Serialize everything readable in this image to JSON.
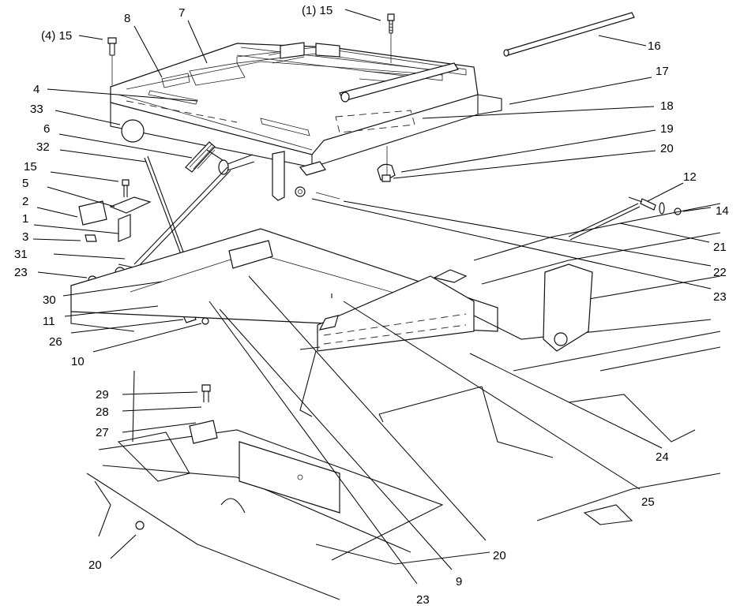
{
  "diagram": {
    "callouts": [
      {
        "id": "c-15a",
        "text": "(1) 15"
      },
      {
        "id": "c-16",
        "text": "16"
      },
      {
        "id": "c-15b",
        "text": "(4) 15"
      },
      {
        "id": "c-8",
        "text": "8"
      },
      {
        "id": "c-7",
        "text": "7"
      },
      {
        "id": "c-17",
        "text": "17"
      },
      {
        "id": "c-4",
        "text": "4"
      },
      {
        "id": "c-18",
        "text": "18"
      },
      {
        "id": "c-33",
        "text": "33"
      },
      {
        "id": "c-6",
        "text": "6"
      },
      {
        "id": "c-19",
        "text": "19"
      },
      {
        "id": "c-32",
        "text": "32"
      },
      {
        "id": "c-20a",
        "text": "20"
      },
      {
        "id": "c-15c",
        "text": "15"
      },
      {
        "id": "c-12",
        "text": "12"
      },
      {
        "id": "c-5",
        "text": "5"
      },
      {
        "id": "c-2",
        "text": "2"
      },
      {
        "id": "c-14",
        "text": "14"
      },
      {
        "id": "c-1",
        "text": "1"
      },
      {
        "id": "c-3",
        "text": "3"
      },
      {
        "id": "c-21",
        "text": "21"
      },
      {
        "id": "c-31",
        "text": "31"
      },
      {
        "id": "c-23a",
        "text": "23"
      },
      {
        "id": "c-22",
        "text": "22"
      },
      {
        "id": "c-30",
        "text": "30"
      },
      {
        "id": "c-23b",
        "text": "23"
      },
      {
        "id": "c-11",
        "text": "11"
      },
      {
        "id": "c-26",
        "text": "26"
      },
      {
        "id": "c-10",
        "text": "10"
      },
      {
        "id": "c-29",
        "text": "29"
      },
      {
        "id": "c-28",
        "text": "28"
      },
      {
        "id": "c-27",
        "text": "27"
      },
      {
        "id": "c-24",
        "text": "24"
      },
      {
        "id": "c-25",
        "text": "25"
      },
      {
        "id": "c-20b",
        "text": "20"
      },
      {
        "id": "c-20c",
        "text": "20"
      },
      {
        "id": "c-9",
        "text": "9"
      },
      {
        "id": "c-23c",
        "text": "23"
      }
    ]
  }
}
